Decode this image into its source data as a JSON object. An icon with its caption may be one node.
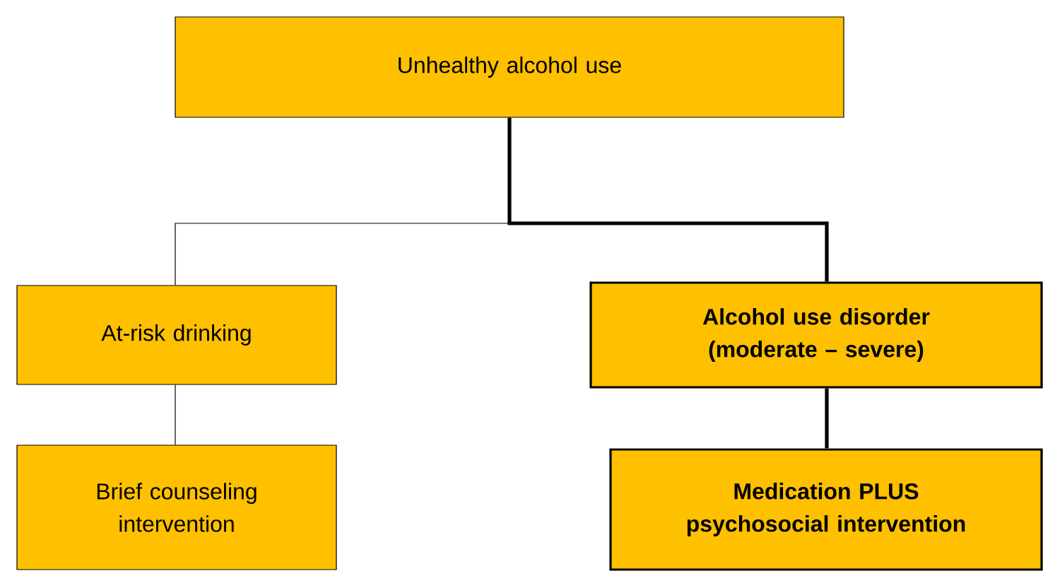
{
  "diagram": {
    "nodes": [
      {
        "text": [
          "Unhealthy alcohol use"
        ]
      },
      {
        "text": [
          "At-risk drinking"
        ]
      },
      {
        "text": [
          "Alcohol use disorder (moderate – severe)"
        ]
      },
      {
        "text": [
          "Brief counseling intervention"
        ]
      },
      {
        "text": [
          "Medication PLUS psychosocial intervention"
        ]
      }
    ],
    "edges": [
      {
        "from": 0,
        "to": 1,
        "arrow": "none"
      },
      {
        "from": 0,
        "to": 2,
        "arrow": "none",
        "style": "thick"
      },
      {
        "from": 1,
        "to": 3,
        "arrow": "none"
      },
      {
        "from": 2,
        "to": 4,
        "arrow": "none",
        "style": "thick"
      }
    ]
  }
}
